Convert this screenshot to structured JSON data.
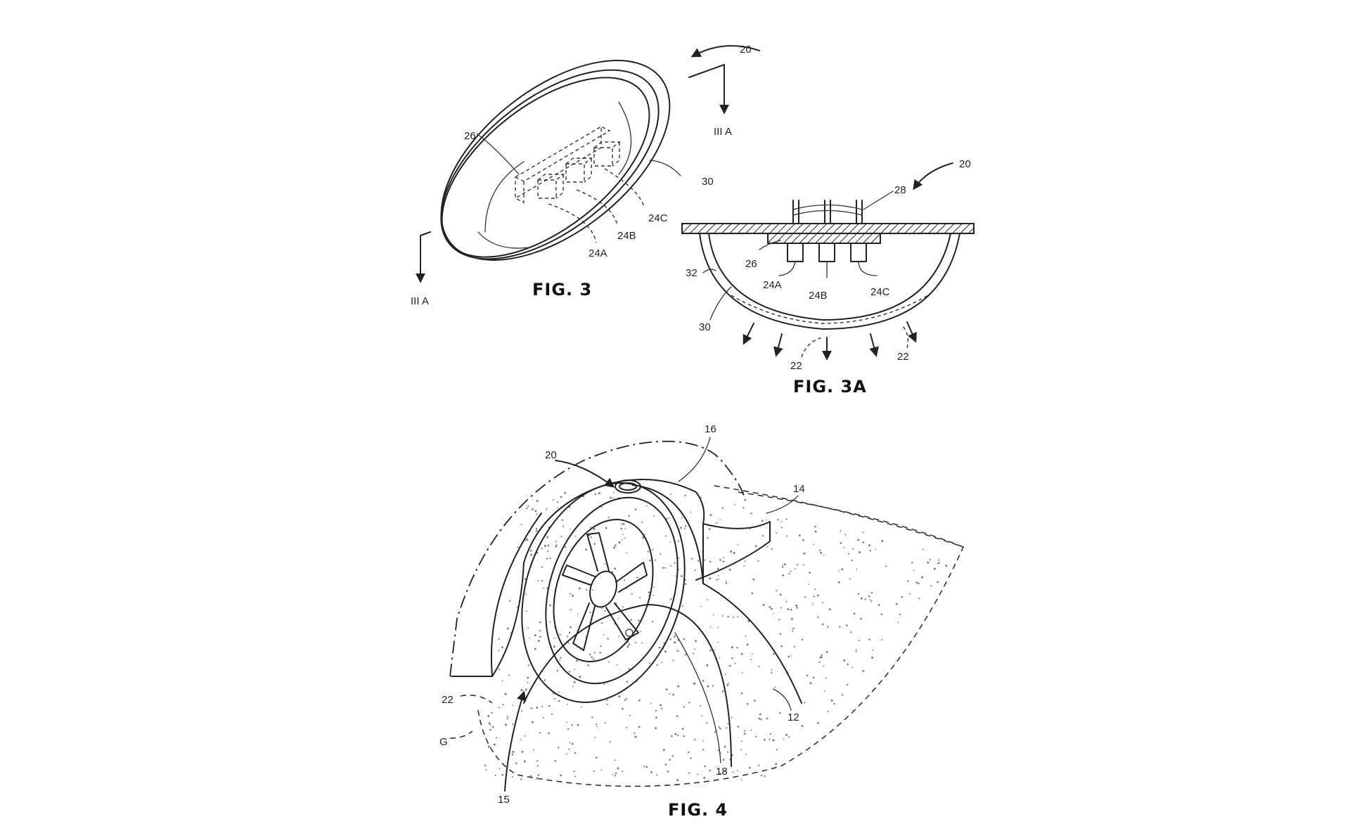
{
  "figures": {
    "fig3": {
      "caption": "FIG. 3",
      "labels": {
        "assembly": "20",
        "circuit_board": "26",
        "lens": "30",
        "led_a": "24A",
        "led_b": "24B",
        "led_c": "24C",
        "section_top": "III A",
        "section_bottom": "III A"
      }
    },
    "fig3a": {
      "caption": "FIG. 3A",
      "labels": {
        "assembly": "20",
        "connector": "28",
        "circuit_board": "26",
        "reflector": "32",
        "lens": "30",
        "led_a": "24A",
        "led_b": "24B",
        "led_c": "24C",
        "light_center": "22",
        "light_right": "22"
      }
    },
    "fig4": {
      "caption": "FIG. 4",
      "labels": {
        "assembly": "20",
        "fender": "16",
        "body_panel": "14",
        "light_pattern": "22",
        "ground": "G",
        "tire": "12",
        "wheel": "18",
        "wheel_well": "15"
      }
    }
  }
}
